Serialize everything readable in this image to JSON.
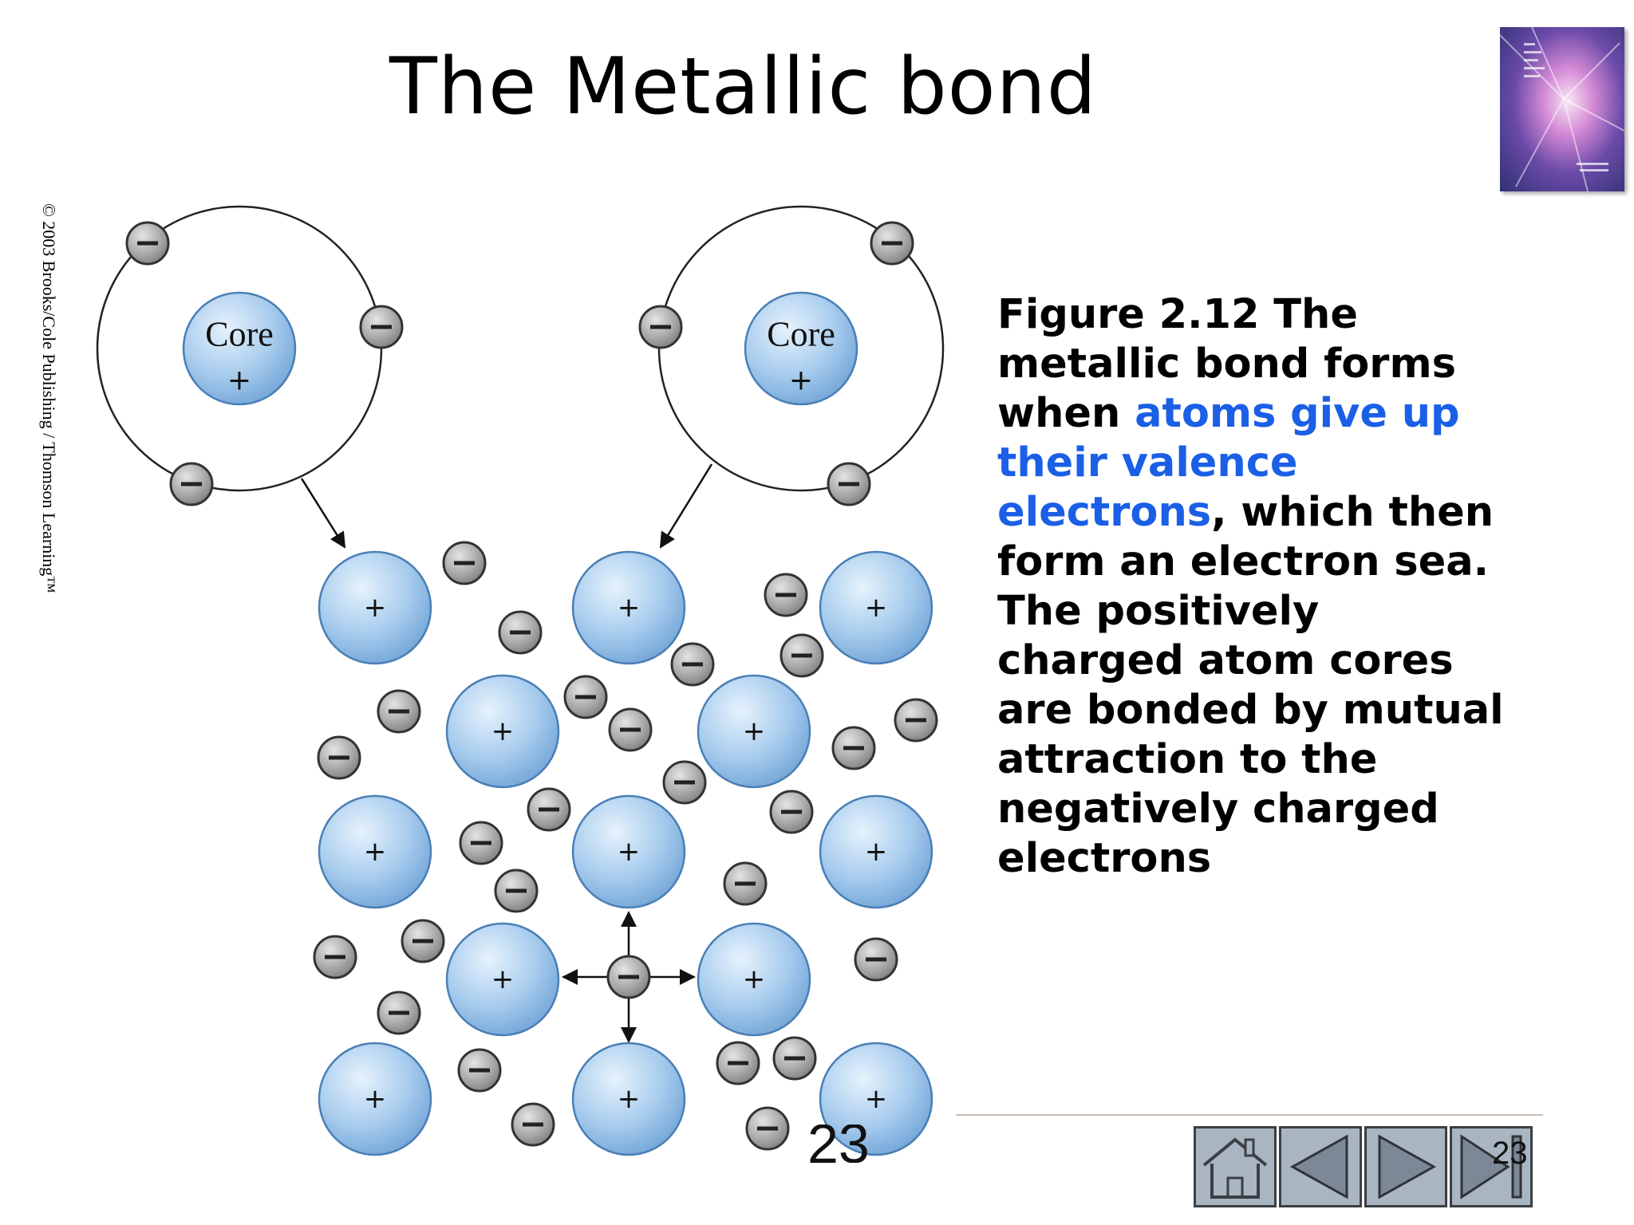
{
  "title": "The Metallic bond",
  "copyright": "© 2003 Brooks/Cole Publishing / Thomson Learning™",
  "diagram": {
    "core_label": "Core",
    "plus": "+",
    "minus": "−"
  },
  "caption": {
    "part1": "Figure 2.12  The metallic bond forms when ",
    "highlight": "atoms give up their valence electrons",
    "part2": ", which then form an electron sea.  The positively charged atom cores are bonded by mutual attraction to the negatively charged electrons"
  },
  "slide_number_behind": "23",
  "nav": {
    "page_number": "23",
    "home": "home-icon",
    "prev": "previous-icon",
    "next": "next-icon",
    "end": "end-icon"
  },
  "colors": {
    "core_fill": "#9fc8ea",
    "electron_fill": "#a9a9a9",
    "highlight_text": "#1a5fe6",
    "nav_button": "#aab5c2"
  }
}
